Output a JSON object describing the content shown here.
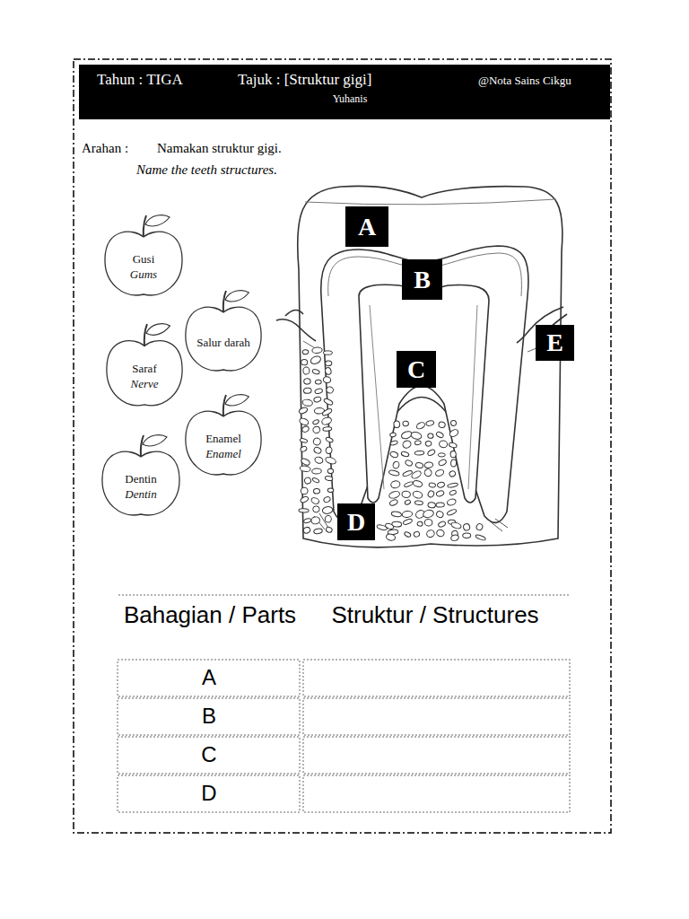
{
  "diagram": {
    "nodes": [
      {
        "text": [
          "Gusi",
          "Gums"
        ]
      },
      {
        "text": [
          "Salur darah"
        ]
      },
      {
        "text": [
          "Saraf",
          "Nerve"
        ]
      },
      {
        "text": [
          "Enamel",
          "Enamel"
        ]
      },
      {
        "text": [
          "Dentin",
          "Dentin"
        ]
      }
    ],
    "labels": [
      "Tahun : TIGA",
      "Tajuk : [Struktur gigi]",
      "@Nota Sains Cikgu",
      "Yuhanis",
      "Arahan :",
      "Namakan struktur gigi.",
      "Name the teeth structures.",
      "A",
      "B",
      "C",
      "E",
      "D",
      "Bahagian / Parts",
      "Struktur / Structures",
      "A",
      "B",
      "C",
      "D"
    ]
  }
}
